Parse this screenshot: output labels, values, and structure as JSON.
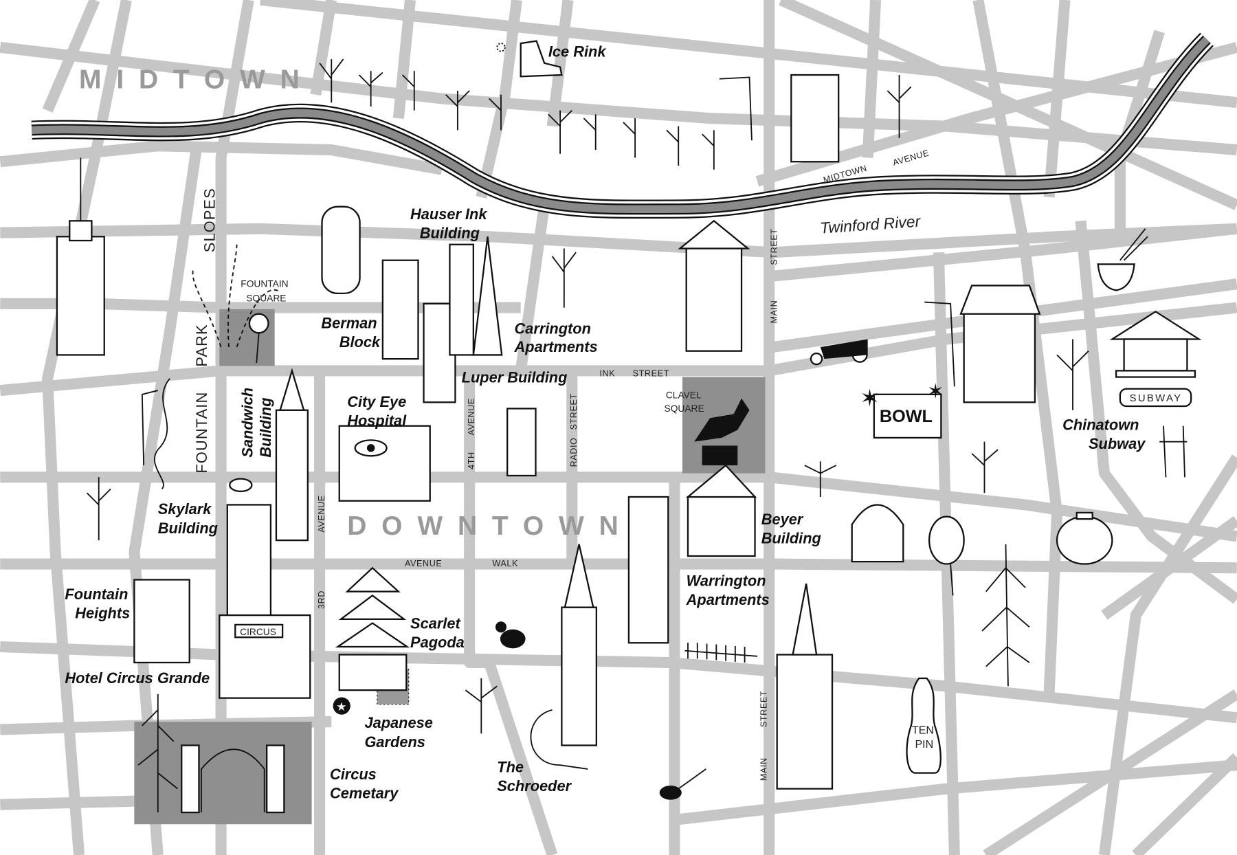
{
  "map": {
    "districts": {
      "midtown": "MIDTOWN",
      "downtown": "DOWNTOWN"
    },
    "river": "Twinford River",
    "streets": {
      "midtown_avenue_1": "MIDTOWN",
      "midtown_avenue_2": "AVENUE",
      "main_street_top_1": "STREET",
      "main_street_top_2": "MAIN",
      "main_street_bottom_1": "MAIN",
      "main_street_bottom_2": "STREET",
      "ink_street_1": "INK",
      "ink_street_2": "STREET",
      "fourth_avenue_1": "4TH",
      "fourth_avenue_2": "AVENUE",
      "radio_street_1": "RADIO",
      "radio_street_2": "STREET",
      "third_avenue_1": "3RD",
      "third_avenue_2": "AVENUE",
      "avenue_walk_1": "AVENUE",
      "avenue_walk_2": "WALK"
    },
    "park": {
      "slopes": "SLOPES",
      "park": "PARK",
      "fountain": "FOUNTAIN"
    },
    "squares": {
      "fountain_1": "FOUNTAIN",
      "fountain_2": "SQUARE",
      "clavel_1": "CLAVEL",
      "clavel_2": "SQUARE"
    },
    "landmarks": [
      {
        "id": "ice-rink",
        "lines": [
          "Ice Rink"
        ]
      },
      {
        "id": "hauser-ink",
        "lines": [
          "Hauser Ink",
          "Building"
        ]
      },
      {
        "id": "berman-block",
        "lines": [
          "Berman",
          "Block"
        ]
      },
      {
        "id": "carrington",
        "lines": [
          "Carrington",
          "Apartments"
        ]
      },
      {
        "id": "luper",
        "lines": [
          "Luper Building"
        ]
      },
      {
        "id": "city-eye",
        "lines": [
          "City Eye",
          "Hospital"
        ]
      },
      {
        "id": "sandwich",
        "lines": [
          "Sandwich",
          "Building"
        ]
      },
      {
        "id": "skylark",
        "lines": [
          "Skylark",
          "Building"
        ]
      },
      {
        "id": "fountain-heights",
        "lines": [
          "Fountain",
          "Heights"
        ]
      },
      {
        "id": "hotel-circus",
        "lines": [
          "Hotel Circus Grande"
        ]
      },
      {
        "id": "scarlet-pagoda",
        "lines": [
          "Scarlet",
          "Pagoda"
        ]
      },
      {
        "id": "japanese-gardens",
        "lines": [
          "Japanese",
          "Gardens"
        ]
      },
      {
        "id": "circus-cemetary",
        "lines": [
          "Circus",
          "Cemetary"
        ]
      },
      {
        "id": "schroeder",
        "lines": [
          "The",
          "Schroeder"
        ]
      },
      {
        "id": "beyer",
        "lines": [
          "Beyer",
          "Building"
        ]
      },
      {
        "id": "warrington",
        "lines": [
          "Warrington",
          "Apartments"
        ]
      },
      {
        "id": "chinatown-subway",
        "lines": [
          "Chinatown",
          "Subway"
        ]
      }
    ],
    "signs": {
      "circus": "CIRCUS",
      "bowl": "BOWL",
      "subway": "SUBWAY",
      "ten": "TEN",
      "pin": "PIN"
    },
    "colors": {
      "road": "#c6c6c6",
      "square": "#8f8f8f",
      "ink": "#111111",
      "district": "#9a9a9a"
    }
  }
}
